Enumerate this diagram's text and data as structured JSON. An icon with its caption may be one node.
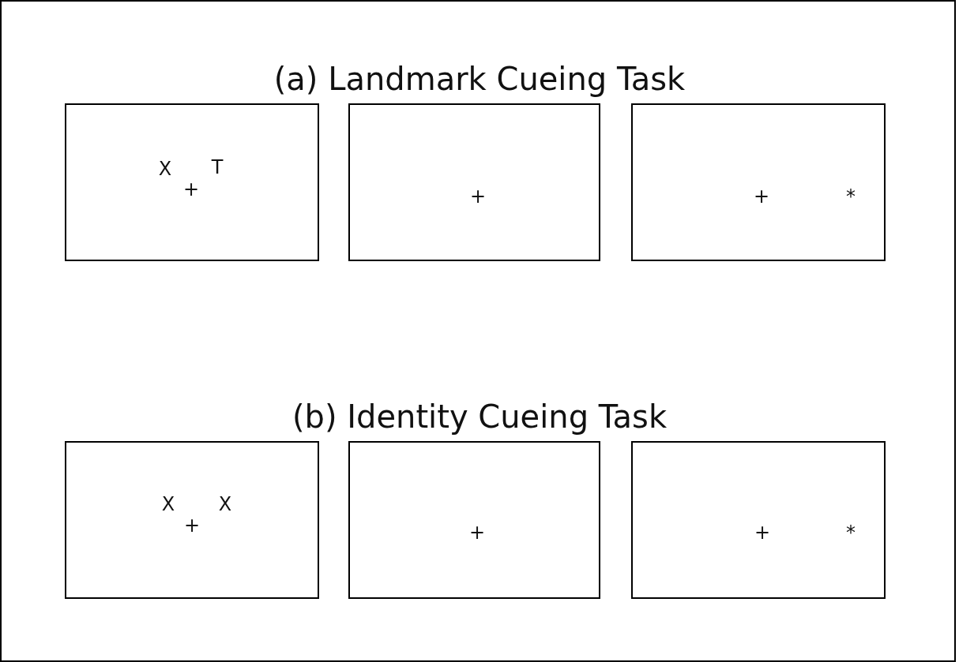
{
  "diagram": {
    "nodes": [
      {
        "text": [
          "X",
          "+",
          "T"
        ]
      },
      {
        "text": [
          "+"
        ]
      },
      {
        "text": [
          "+",
          "*"
        ]
      },
      {
        "text": [
          "X",
          "+",
          "X"
        ]
      },
      {
        "text": [
          "+"
        ]
      },
      {
        "text": [
          "+",
          "*"
        ]
      }
    ],
    "labels": [
      "(a) Landmark Cueing Task",
      "(b) Identity Cueing Task"
    ]
  }
}
